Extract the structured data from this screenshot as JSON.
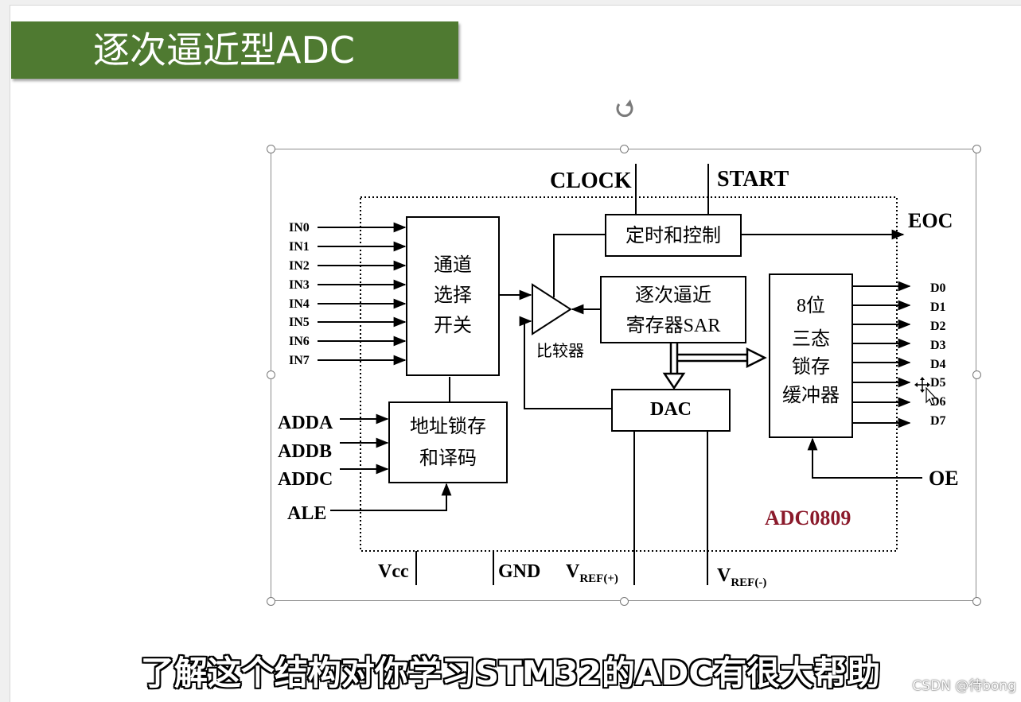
{
  "slide": {
    "title": "逐次逼近型ADC",
    "title_color": "#4f7a31",
    "subtitle": "了解这个结构对你学习STM32的ADC有很大帮助",
    "watermark": "CSDN @待bong"
  },
  "diagram": {
    "chip_name": "ADC0809",
    "chip_name_color": "#8b1a2b",
    "inputs": [
      "IN0",
      "IN1",
      "IN2",
      "IN3",
      "IN4",
      "IN5",
      "IN6",
      "IN7"
    ],
    "address_inputs": [
      "ADDA",
      "ADDB",
      "ADDC"
    ],
    "ale": "ALE",
    "top_inputs": {
      "clock": "CLOCK",
      "start": "START"
    },
    "eoc": "EOC",
    "oe": "OE",
    "outputs": [
      "D0",
      "D1",
      "D2",
      "D3",
      "D4",
      "D5",
      "D6",
      "D7"
    ],
    "blocks": {
      "mux": [
        "通道",
        "选择",
        "开关"
      ],
      "addr_latch": [
        "地址锁存",
        "和译码"
      ],
      "timing": "定时和控制",
      "sar": [
        "逐次逼近",
        "寄存器SAR"
      ],
      "dac": "DAC",
      "latch_buffer": [
        "8位",
        "三态",
        "锁存",
        "缓冲器"
      ],
      "comparator": "比较器"
    },
    "power": {
      "vcc": "Vcc",
      "gnd": "GND",
      "vref_plus": {
        "main": "V",
        "sub": "REF(+)"
      },
      "vref_minus": {
        "main": "V",
        "sub": "REF(-)"
      }
    }
  }
}
